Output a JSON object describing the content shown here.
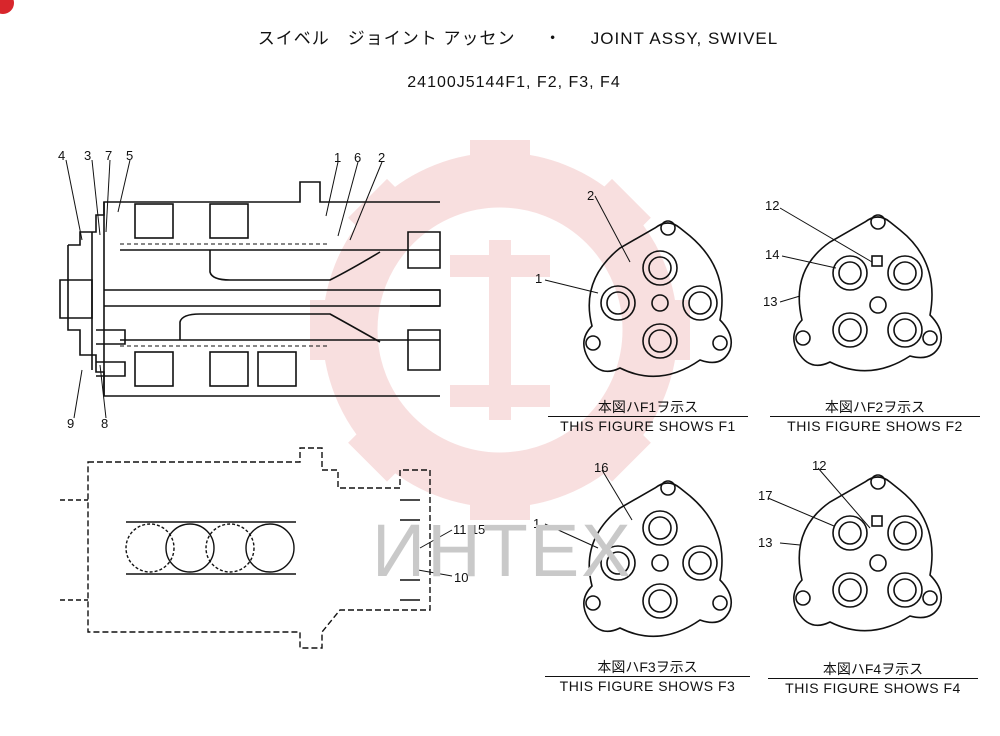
{
  "title_jp": "スイベル　ジョイント アッセン",
  "title_sep": "・",
  "title_en": "JOINT ASSY, SWIVEL",
  "part_number": "24100J5144F1, F2, F3, F4",
  "watermark": "ИНТЕХ",
  "colors": {
    "ink": "#111111",
    "watermark": "#f3c6c6",
    "corner": "#d8262c"
  },
  "callouts": {
    "c4": "4",
    "c3": "3",
    "c7": "7",
    "c5": "5",
    "c1": "1",
    "c6": "6",
    "c2": "2",
    "c9": "9",
    "c8": "8",
    "c11_15": "11·15",
    "c10": "10",
    "f1_2": "2",
    "f1_1": "1",
    "f2_12": "12",
    "f2_14": "14",
    "f2_13": "13",
    "f3_16": "16",
    "f3_1": "1",
    "f4_12": "12",
    "f4_17": "17",
    "f4_13": "13"
  },
  "captions": {
    "f1": {
      "jp": "本図ハF1ヲ示ス",
      "en": "THIS FIGURE SHOWS  F1"
    },
    "f2": {
      "jp": "本図ハF2ヲ示ス",
      "en": "THIS FIGURE SHOWS   F2"
    },
    "f3": {
      "jp": "本図ハF3ヲ示ス",
      "en": "THIS FIGURE SHOWS   F3"
    },
    "f4": {
      "jp": "本図ハF4ヲ示ス",
      "en": "THIS FIGURE SHOWS   F4"
    }
  }
}
